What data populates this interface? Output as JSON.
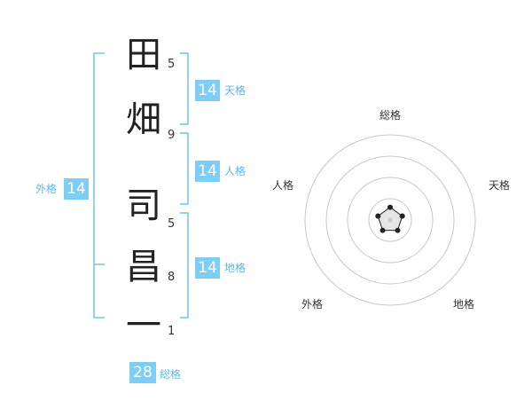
{
  "name_chars": [
    {
      "char": "田",
      "strokes": "5"
    },
    {
      "char": "畑",
      "strokes": "9"
    },
    {
      "char": "司",
      "strokes": "5"
    },
    {
      "char": "昌",
      "strokes": "8"
    },
    {
      "char": "一",
      "strokes": "1"
    }
  ],
  "kakusu": {
    "tenkaku": {
      "value": "14",
      "label": "天格"
    },
    "jinkaku": {
      "value": "14",
      "label": "人格"
    },
    "chikaku": {
      "value": "14",
      "label": "地格"
    },
    "gaikaku": {
      "value": "14",
      "label": "外格"
    },
    "soukaku": {
      "value": "28",
      "label": "総格"
    }
  },
  "radar": {
    "axes": [
      "総格",
      "天格",
      "地格",
      "外格",
      "人格"
    ],
    "rings": 4,
    "values": [
      1,
      1,
      1,
      1,
      1
    ],
    "max": 5,
    "colors": {
      "ring": "#c8c8c8",
      "polygon_fill": "#e6e6e6",
      "polygon_stroke": "#222222",
      "dot": "#222222"
    }
  },
  "colors": {
    "accent": "#7dcdf4",
    "bracket": "#6fc3ee",
    "label": "#5bb8e8"
  }
}
